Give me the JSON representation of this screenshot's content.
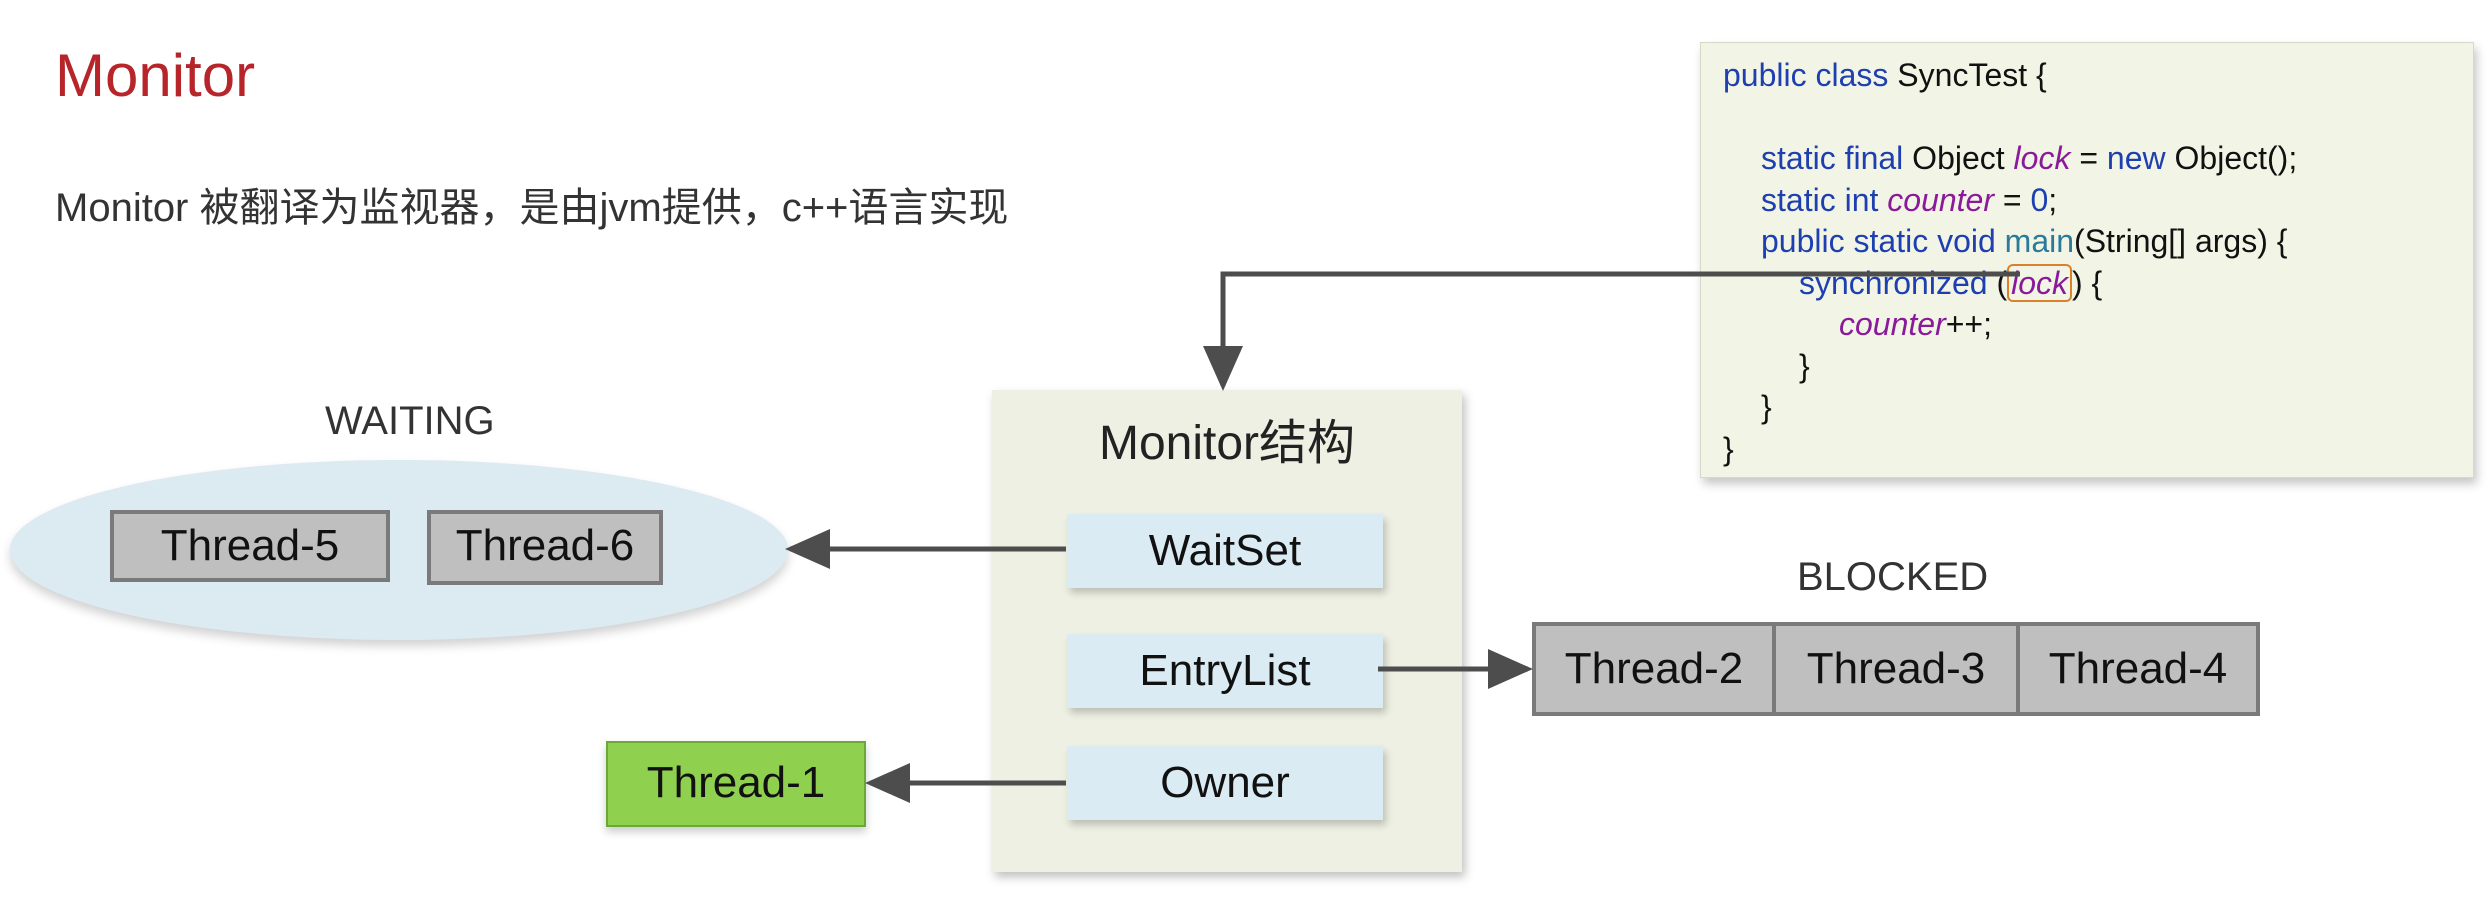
{
  "title": "Monitor",
  "subtitle": "Monitor 被翻译为监视器，是由jvm提供，c++语言实现",
  "waiting": {
    "label": "WAITING",
    "threads": [
      "Thread-5",
      "Thread-6"
    ]
  },
  "monitor": {
    "title": "Monitor结构",
    "slots": [
      "WaitSet",
      "EntryList",
      "Owner"
    ]
  },
  "blocked": {
    "label": "BLOCKED",
    "threads": [
      "Thread-2",
      "Thread-3",
      "Thread-4"
    ]
  },
  "owner_thread": "Thread-1",
  "code": {
    "l1_kw": "public class",
    "l1_rest": " SyncTest {",
    "l3_kw1": "static final",
    "l3_type": " Object ",
    "l3_field": "lock",
    "l3_eq": " = ",
    "l3_new": "new",
    "l3_rest": " Object();",
    "l4_kw": "static int",
    "l4_field": "counter",
    "l4_eq": " = ",
    "l4_num": "0",
    "l4_end": ";",
    "l5_kw": "public static void",
    "l5_method": "main",
    "l5_rest": "(String[] args) {",
    "l6_kw": "synchronized",
    "l6_open": " (",
    "l6_field": "lock",
    "l6_close": ") {",
    "l7_field": "counter",
    "l7_rest": "++;",
    "l8": "}",
    "l9": "}",
    "l10": "}"
  },
  "colors": {
    "title": "#b7252b",
    "keyword": "#1e3fb0",
    "field": "#8a1a9a",
    "owner_thread": "#8fd14f",
    "thread_gray": "#bfbfbf",
    "monitor_bg": "#edf0e2",
    "slot_bg": "#dbebf3"
  }
}
